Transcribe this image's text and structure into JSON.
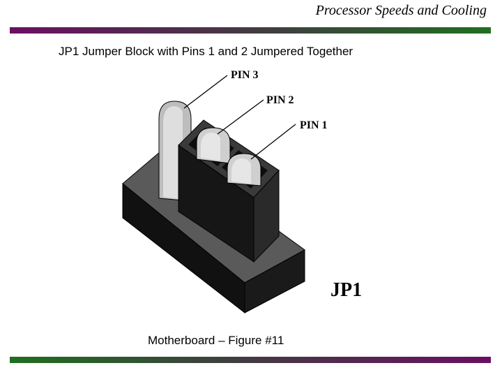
{
  "header": {
    "title": "Processor Speeds and Cooling"
  },
  "heading": "JP1 Jumper Block with Pins 1 and 2 Jumpered Together",
  "diagram": {
    "pin3_label": "PIN 3",
    "pin2_label": "PIN 2",
    "pin1_label": "PIN 1",
    "block_label": "JP1"
  },
  "caption": "Motherboard – Figure #11",
  "colors": {
    "rule_purple": "#6a0f63",
    "rule_green": "#1f6f1f",
    "block_dark": "#1a1a1a"
  }
}
